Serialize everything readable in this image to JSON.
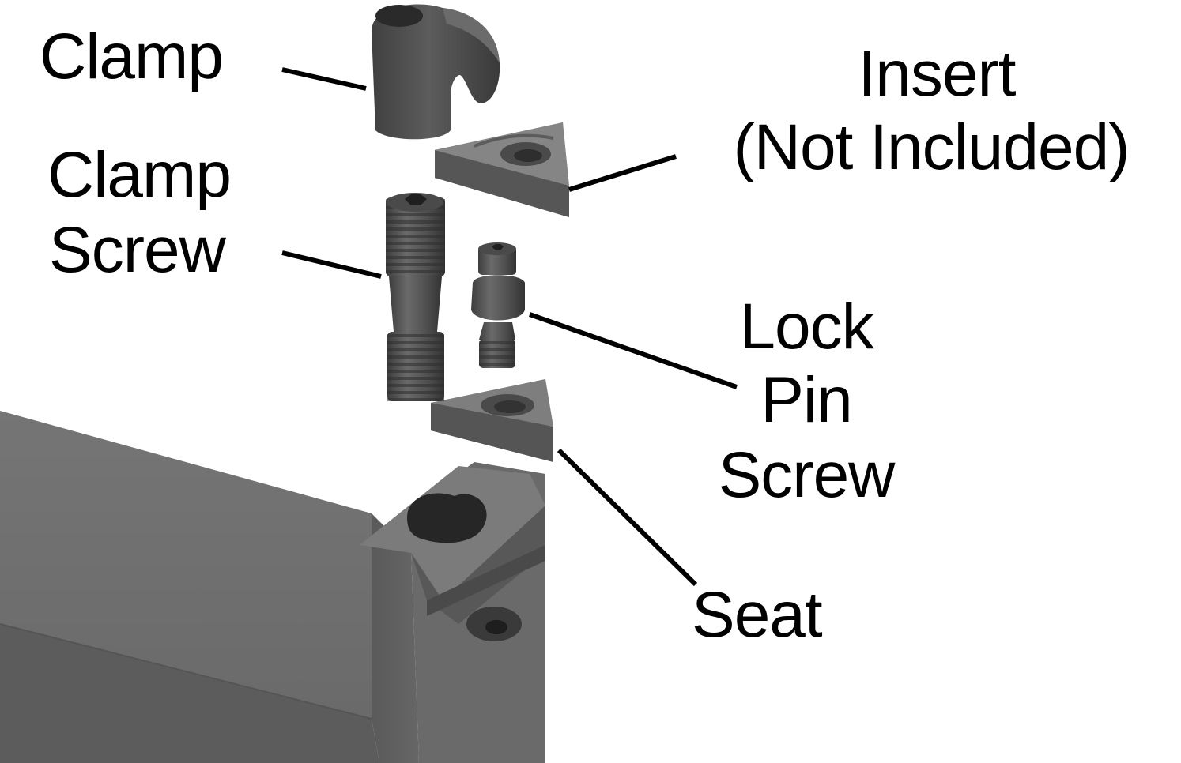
{
  "labels": {
    "clamp": "Clamp",
    "insert": {
      "line1": "Insert",
      "line2": "(Not Included)"
    },
    "clamp_screw": {
      "line1": "Clamp",
      "line2": "Screw"
    },
    "lock_pin_screw": {
      "line1": "Lock",
      "line2": "Pin",
      "line3": "Screw"
    },
    "seat": "Seat"
  },
  "colors": {
    "background": "#ffffff",
    "part_dark": "#4a4a4a",
    "part_mid": "#666666",
    "part_light": "#7a7a7a",
    "leader_line": "#000000"
  }
}
